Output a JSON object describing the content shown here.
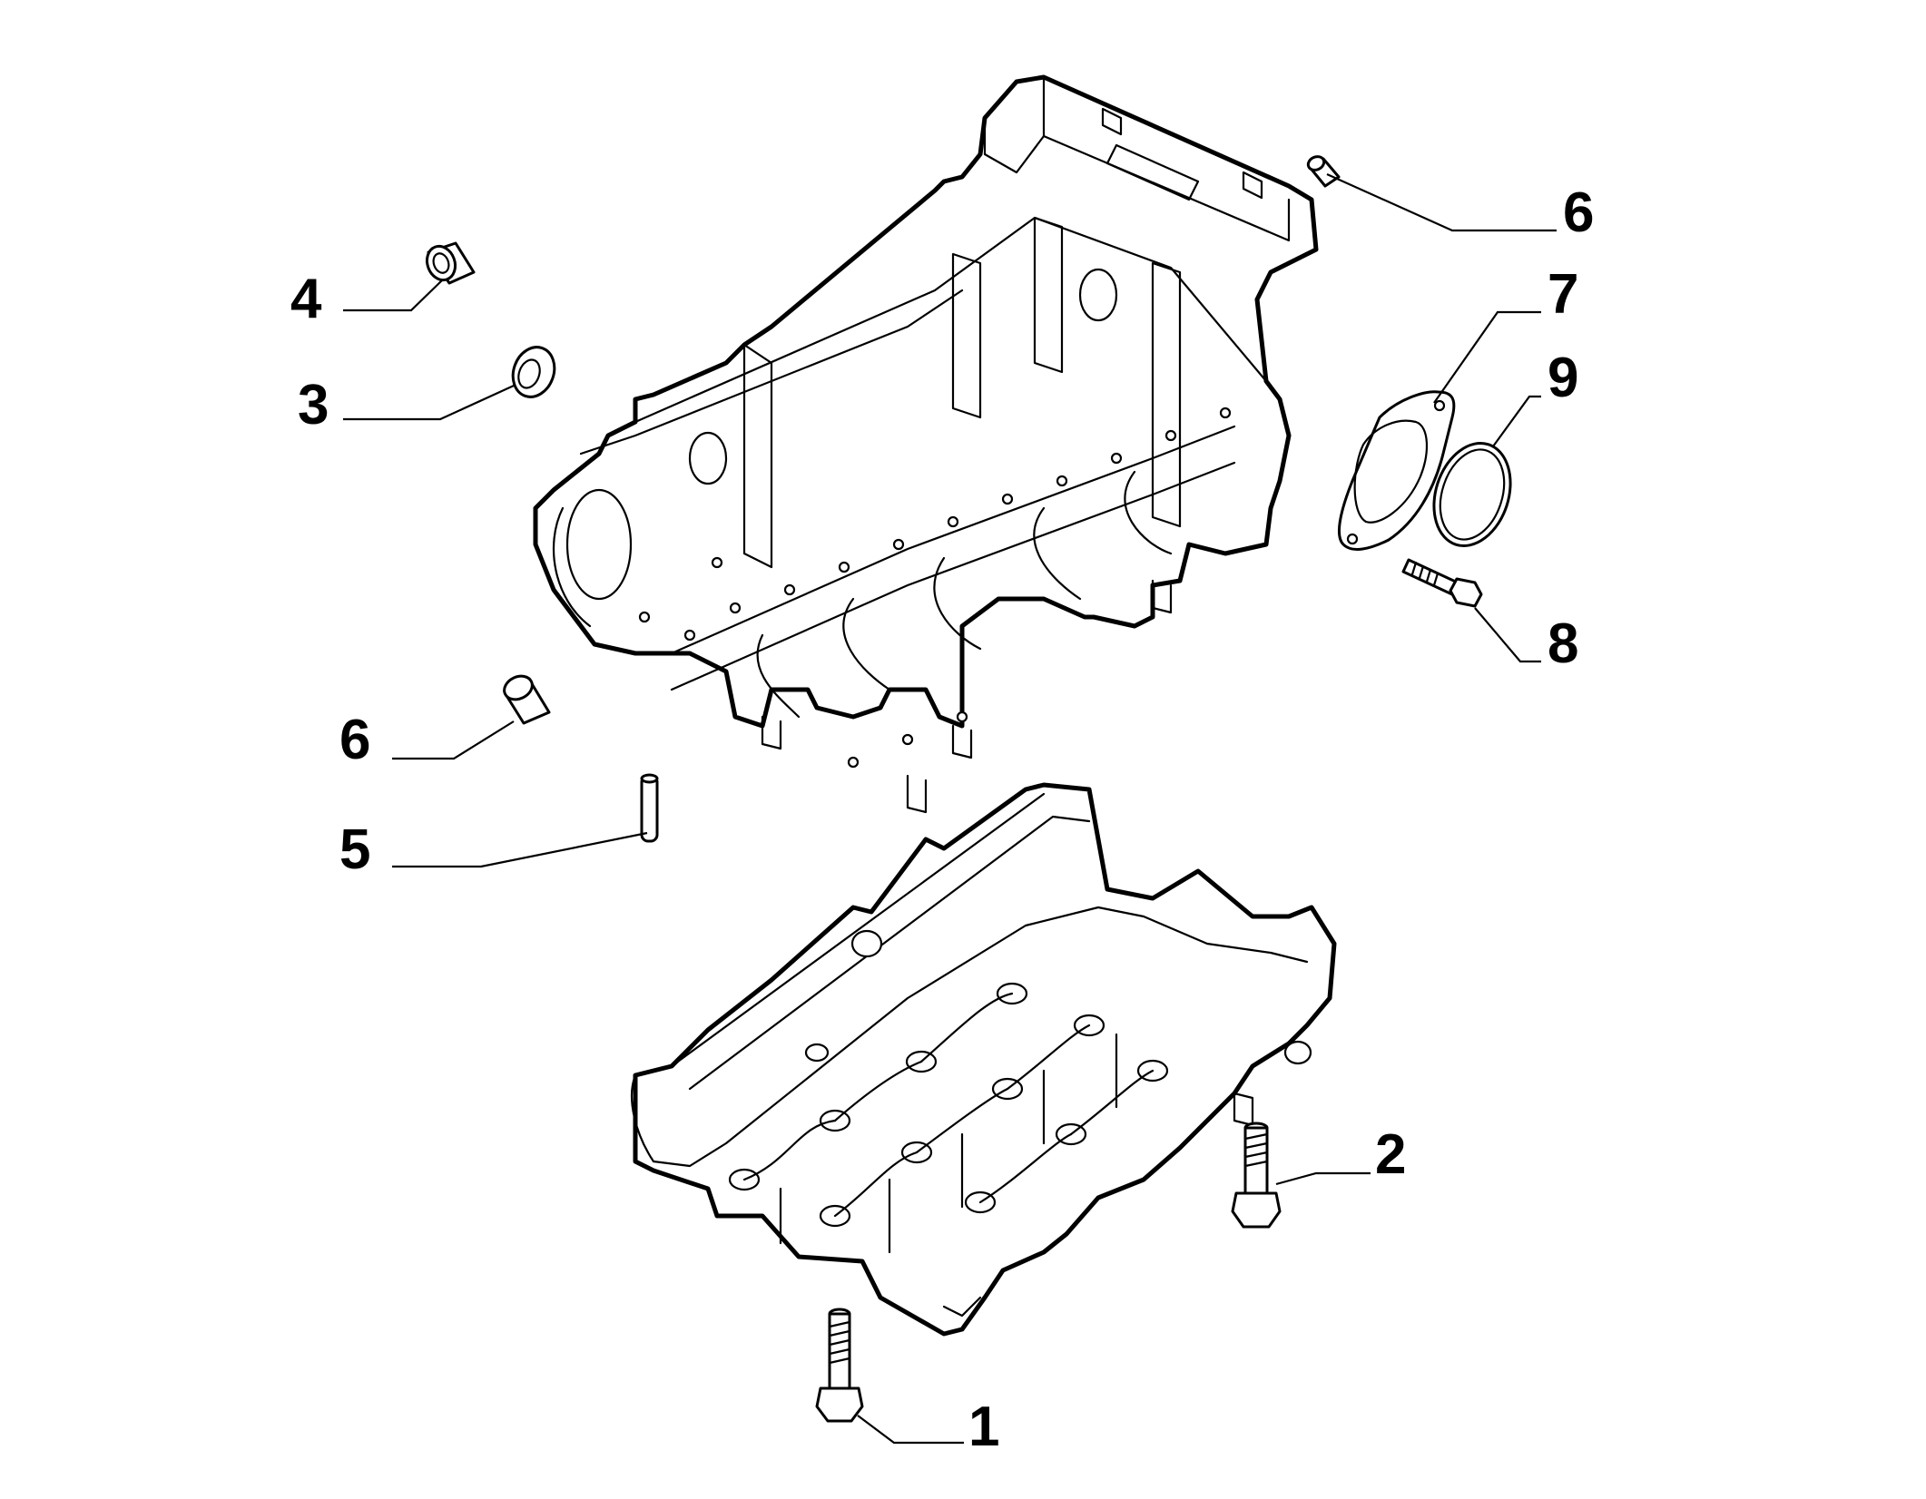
{
  "callouts": {
    "c1": "1",
    "c2": "2",
    "c3": "3",
    "c4": "4",
    "c5": "5",
    "c6_top": "6",
    "c6_left": "6",
    "c7": "7",
    "c8": "8",
    "c9": "9"
  },
  "colors": {
    "line": "#000000",
    "background": "#ffffff"
  }
}
